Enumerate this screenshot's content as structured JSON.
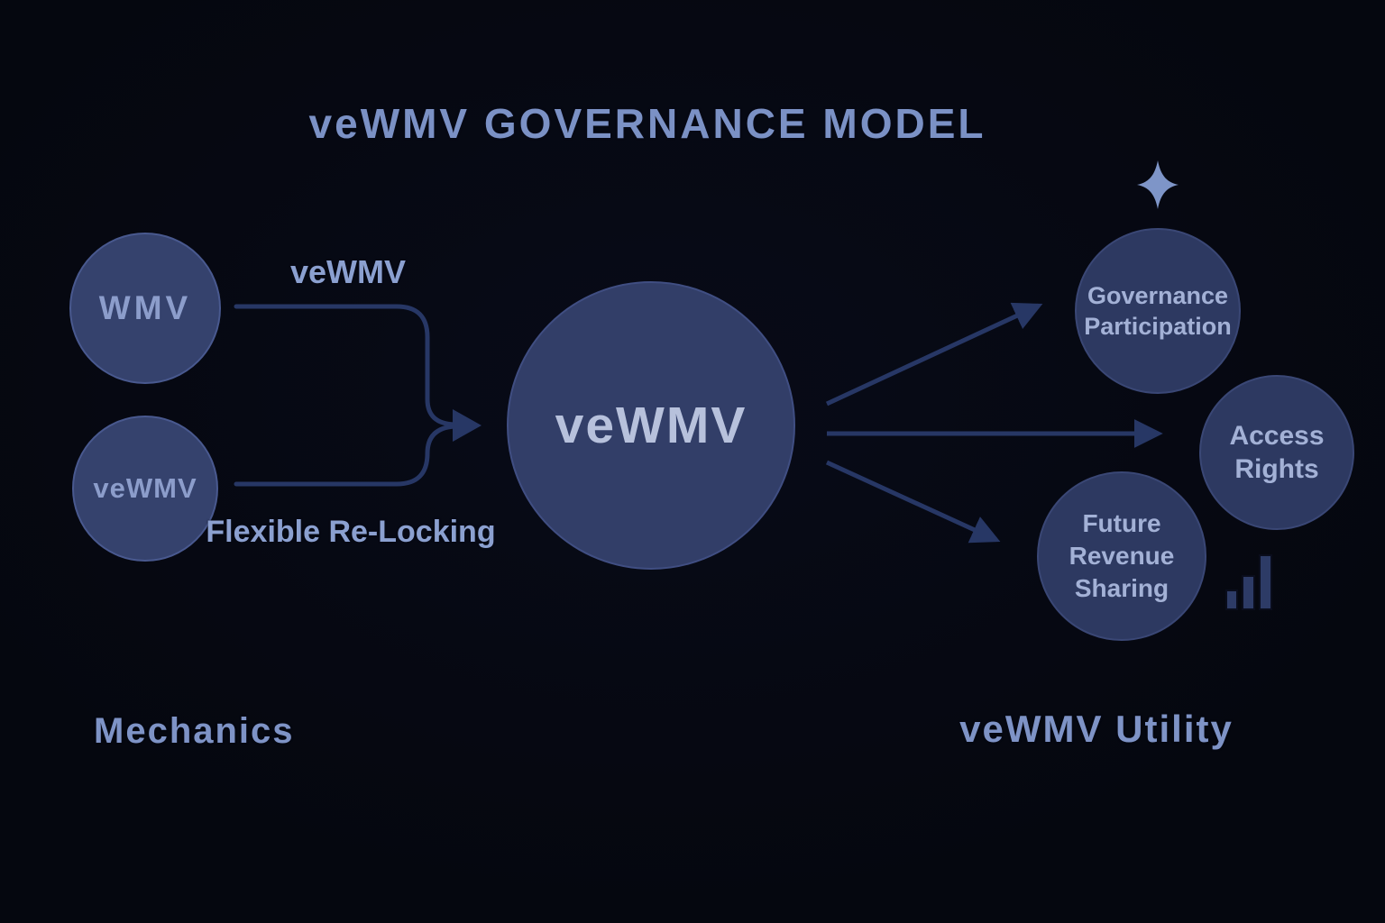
{
  "title": "veWMV GOVERNANCE MODEL",
  "sections": {
    "mechanics": {
      "label": "Mechanics",
      "input_nodes": [
        {
          "label": "WMV"
        },
        {
          "label": "veWMV"
        }
      ],
      "lock_arrow_label": "veWMV",
      "relock_label_lines": [
        "Flexible",
        "Re-Locking"
      ]
    },
    "center_node": {
      "label": "veWMV"
    },
    "utility": {
      "label": "veWMV Utility",
      "outcome_nodes": [
        {
          "lines": [
            "Governance",
            "Participation"
          ]
        },
        {
          "lines": [
            "Access",
            "Rights"
          ]
        },
        {
          "lines": [
            "Future",
            "Revenue",
            "Sharing"
          ]
        }
      ]
    }
  },
  "icons": {
    "governance_sparkle": "sparkle-icon",
    "revenue_bar_chart": "bar-chart-icon"
  },
  "colors": {
    "background": "#05070f",
    "title_text": "#7b91c5",
    "section_text": "#7e93c6",
    "flow_label_text": "#8ba0d0",
    "node_fill_left": "#35426d",
    "node_fill_center": "#323e68",
    "node_fill_right": "#2d3961",
    "node_text_left": "#8c9dcb",
    "node_text_center": "#b7c1dc",
    "node_text_right": "#a3b1d6",
    "arrow": "#273765",
    "icon_accent": "#7e95c8"
  }
}
